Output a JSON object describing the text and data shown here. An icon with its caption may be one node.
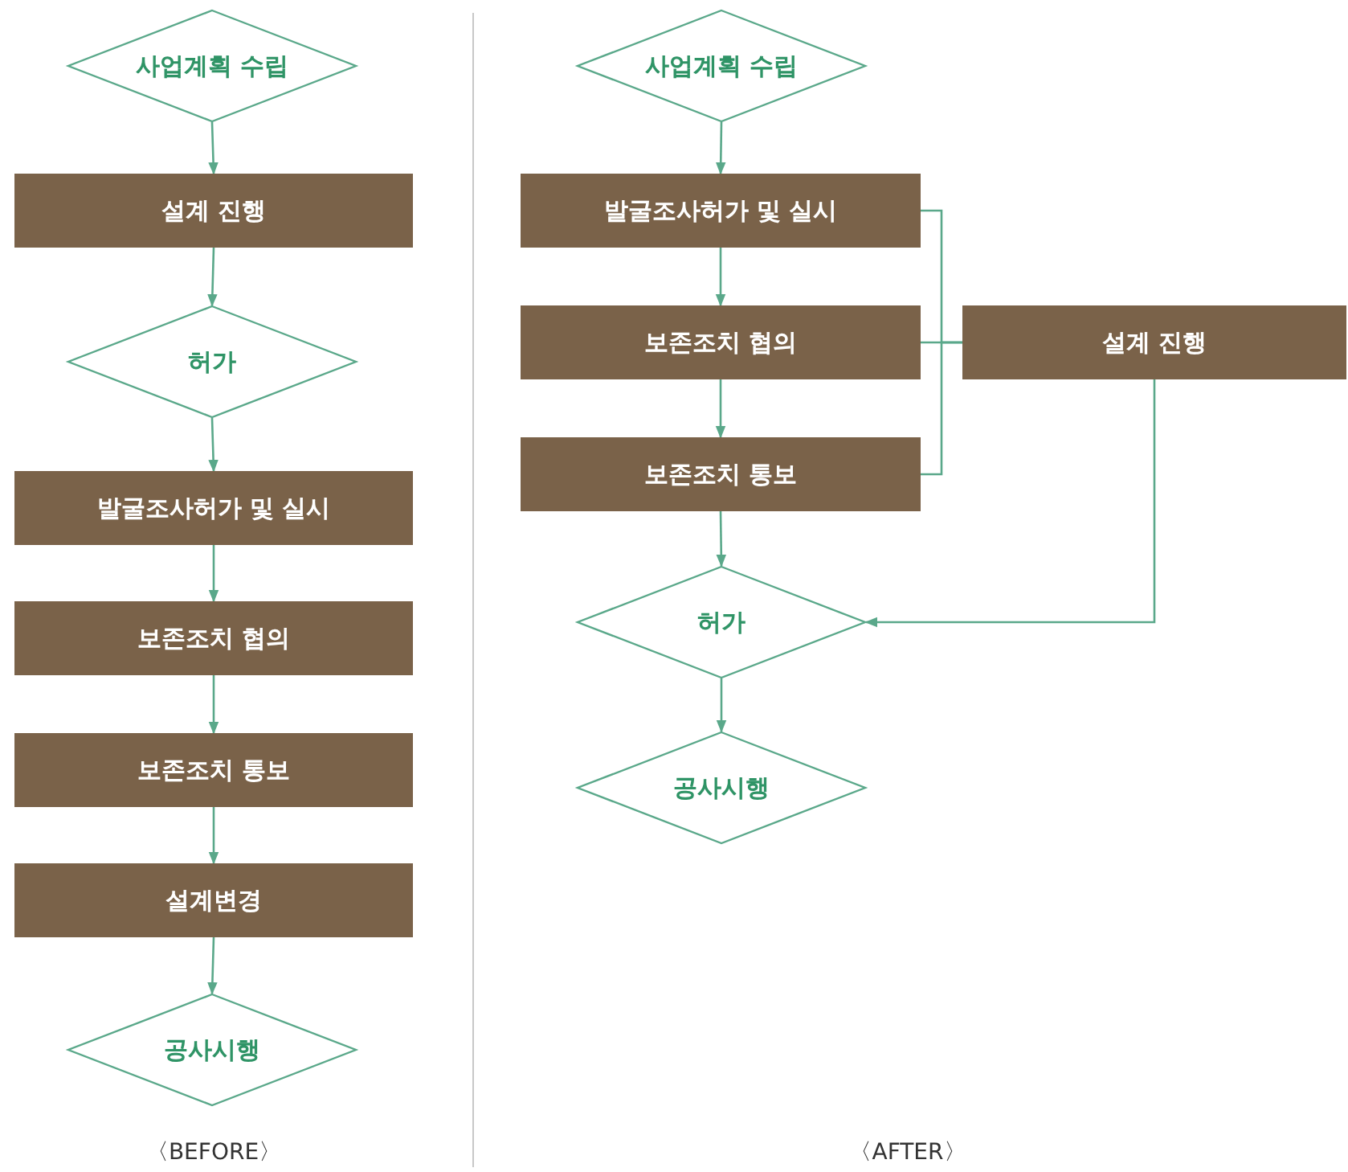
{
  "diagram": {
    "nodes": [
      {
        "text": [
          "사업계획 수립"
        ]
      },
      {
        "text": [
          "설계 진행"
        ]
      },
      {
        "text": [
          "허가"
        ]
      },
      {
        "text": [
          "발굴조사허가 및 실시"
        ]
      },
      {
        "text": [
          "보존조치 협의"
        ]
      },
      {
        "text": [
          "보존조치 통보"
        ]
      },
      {
        "text": [
          "설계변경"
        ]
      },
      {
        "text": [
          "공사시행"
        ]
      },
      {
        "text": [
          "사업계획 수립"
        ]
      },
      {
        "text": [
          "발굴조사허가 및 실시"
        ]
      },
      {
        "text": [
          "보존조치 협의"
        ]
      },
      {
        "text": [
          "보존조치 통보"
        ]
      },
      {
        "text": [
          "설계 진행"
        ]
      },
      {
        "text": [
          "허가"
        ]
      },
      {
        "text": [
          "공사시행"
        ]
      }
    ],
    "edges": [
      {
        "from": 0,
        "to": 1,
        "arrow": "to"
      },
      {
        "from": 1,
        "to": 2,
        "arrow": "to"
      },
      {
        "from": 2,
        "to": 3,
        "arrow": "to"
      },
      {
        "from": 3,
        "to": 4,
        "arrow": "to"
      },
      {
        "from": 4,
        "to": 5,
        "arrow": "to"
      },
      {
        "from": 5,
        "to": 6,
        "arrow": "to"
      },
      {
        "from": 6,
        "to": 7,
        "arrow": "to"
      },
      {
        "from": 8,
        "to": 9,
        "arrow": "to"
      },
      {
        "from": 9,
        "to": 10,
        "arrow": "to"
      },
      {
        "from": 10,
        "to": 11,
        "arrow": "to"
      },
      {
        "from": 9,
        "to": 12,
        "arrow": "none"
      },
      {
        "from": 10,
        "to": 12,
        "arrow": "none"
      },
      {
        "from": 11,
        "to": 12,
        "arrow": "none"
      },
      {
        "from": 11,
        "to": 13,
        "arrow": "to"
      },
      {
        "from": 12,
        "to": 13,
        "arrow": "to"
      },
      {
        "from": 13,
        "to": 14,
        "arrow": "to"
      }
    ],
    "labels": [
      "〈BEFORE〉",
      "〈AFTER〉"
    ]
  }
}
